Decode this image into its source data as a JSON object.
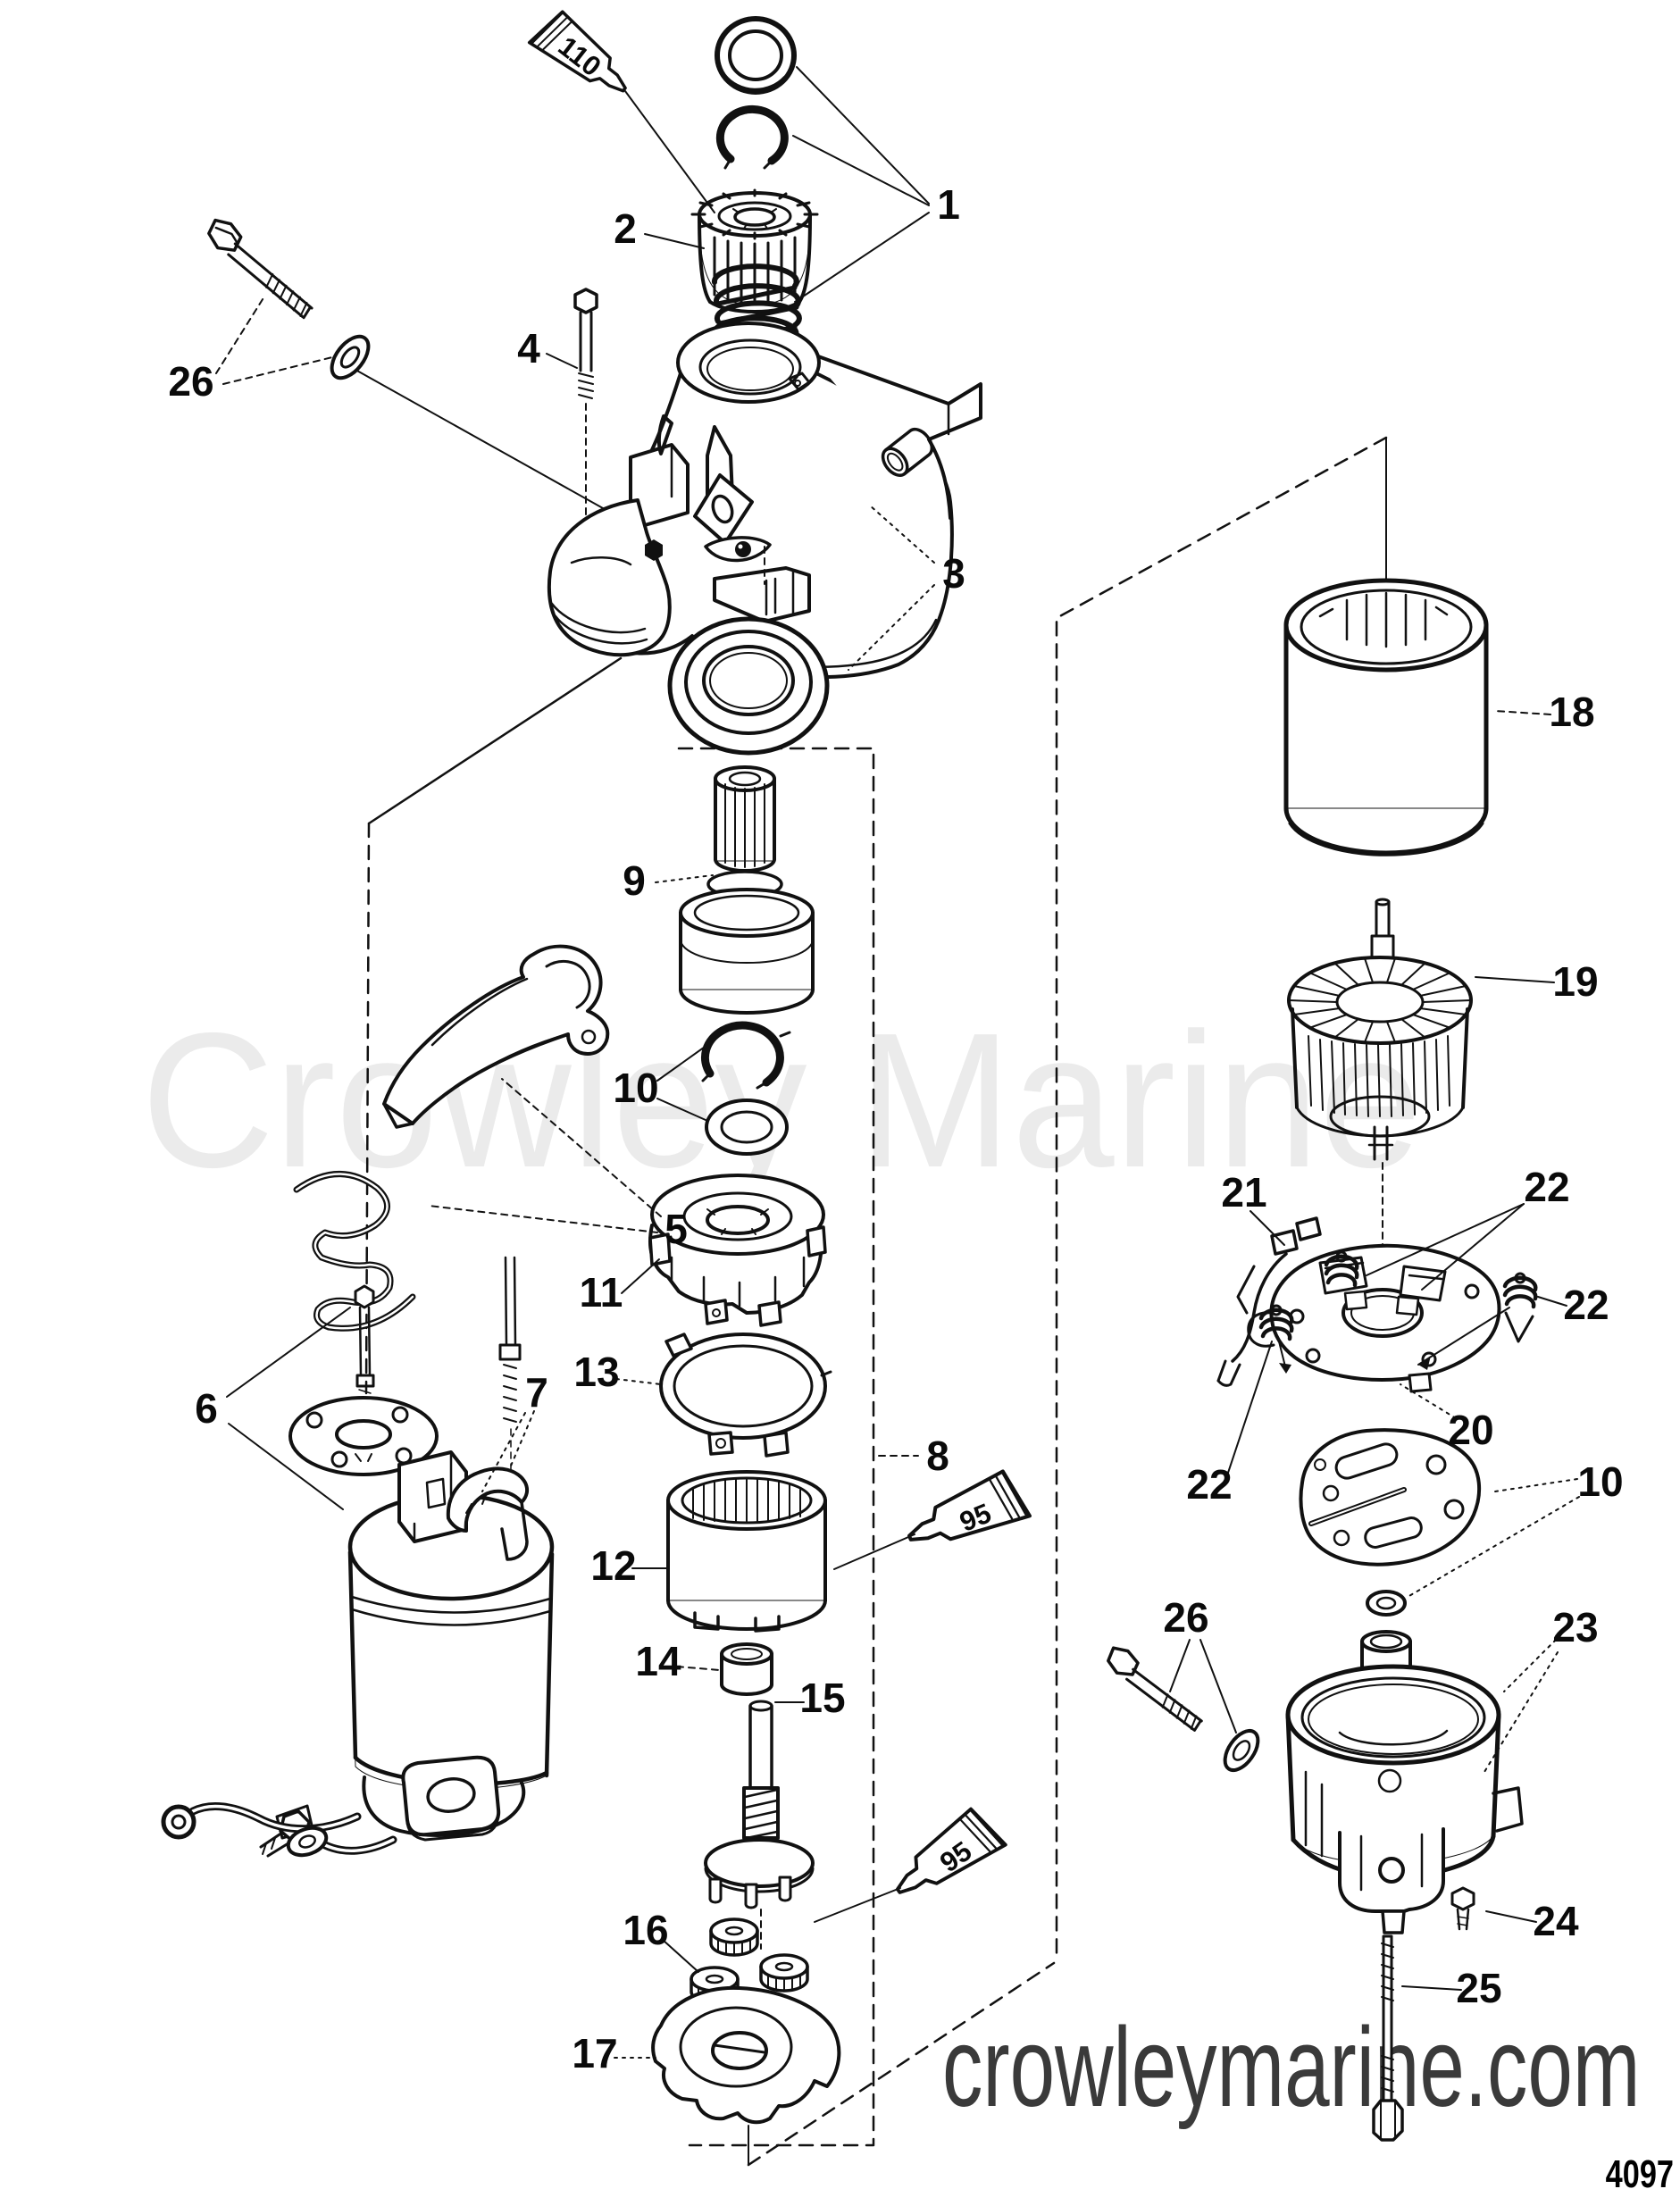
{
  "watermark": {
    "brand": "Crowley Marine",
    "site": "crowleymarine.com"
  },
  "page": {
    "code": "4097"
  },
  "colors": {
    "line": "#111111",
    "watermark_gray": "#ebebeb",
    "site_text_gray": "#3a3a3a"
  },
  "callouts": {
    "c1": {
      "text": "1"
    },
    "c2": {
      "text": "2"
    },
    "c3": {
      "text": "3"
    },
    "c4": {
      "text": "4"
    },
    "c5": {
      "text": "5"
    },
    "c6": {
      "text": "6"
    },
    "c7": {
      "text": "7"
    },
    "c8": {
      "text": "8"
    },
    "c9": {
      "text": "9"
    },
    "c10a": {
      "text": "10"
    },
    "c10b": {
      "text": "10"
    },
    "c11": {
      "text": "11"
    },
    "c12": {
      "text": "12"
    },
    "c13": {
      "text": "13"
    },
    "c14": {
      "text": "14"
    },
    "c15": {
      "text": "15"
    },
    "c16": {
      "text": "16"
    },
    "c17": {
      "text": "17"
    },
    "c18": {
      "text": "18"
    },
    "c19": {
      "text": "19"
    },
    "c20": {
      "text": "20"
    },
    "c21": {
      "text": "21"
    },
    "c22a": {
      "text": "22"
    },
    "c22b": {
      "text": "22"
    },
    "c22c": {
      "text": "22"
    },
    "c23": {
      "text": "23"
    },
    "c24": {
      "text": "24"
    },
    "c25": {
      "text": "25"
    },
    "c26a": {
      "text": "26"
    },
    "c26b": {
      "text": "26"
    },
    "tube110": {
      "text": "110"
    },
    "tube95a": {
      "text": "95"
    },
    "tube95b": {
      "text": "95"
    }
  }
}
